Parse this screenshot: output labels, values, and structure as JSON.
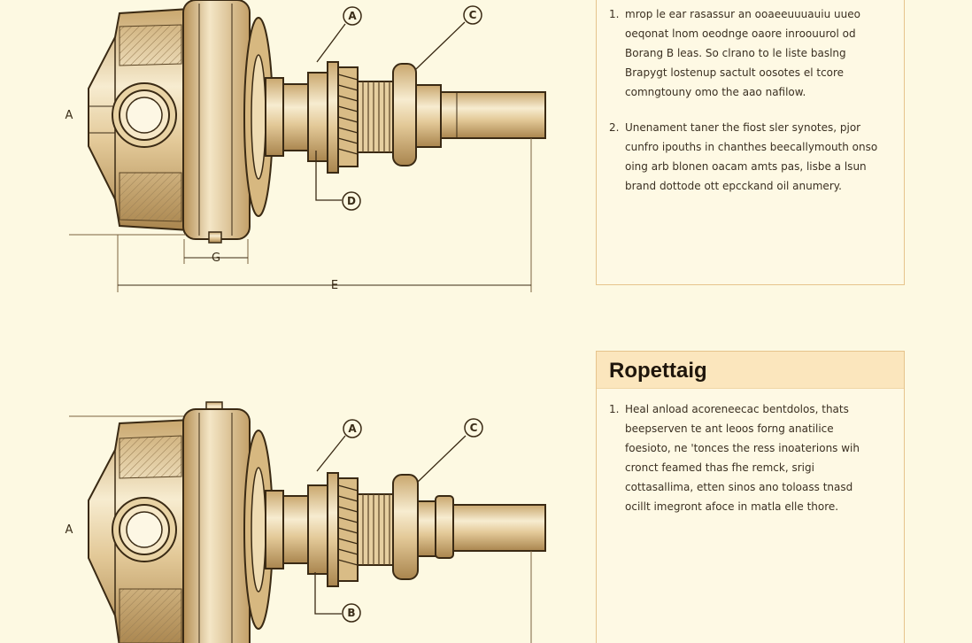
{
  "diagram_top": {
    "callouts": {
      "a": "A",
      "c": "C",
      "d": "D"
    },
    "dimensions": {
      "left": "A",
      "g": "G",
      "e": "E"
    }
  },
  "diagram_bottom": {
    "callouts": {
      "a": "A",
      "c": "C",
      "b": "B"
    },
    "dimensions": {
      "left": "A"
    }
  },
  "notes_top": {
    "items": [
      {
        "number": "1.",
        "lines": [
          "mrop le ear rasassur an ooaeeuuuauiu uueo",
          "oeqonat lnom oeodnge oaore inroouurol od",
          "Borang B leas. So clrano to le liste baslng",
          "Brapygt lostenup sactult oosotes el tcore",
          "comngtouny omo the aao nafilow."
        ]
      },
      {
        "number": "2.",
        "lines": [
          "Unenament taner the fiost sler synotes, pjor",
          "cunfro ipouths in chanthes beecallymouth onso",
          "oing arb blonen oacam amts pas, lisbe a lsun",
          "brand dottode ott epcckand oil anumery."
        ]
      }
    ]
  },
  "notes_bottom": {
    "title": "Ropettaig",
    "items": [
      {
        "number": "1.",
        "lines": [
          "Heal anload acoreneecac bentdolos, thats",
          "beepserven te ant leoos forng anatilice",
          "foesioto, ne 'tonces the ress inoaterions wih",
          "cronct feamed thas fhe remck, srigi",
          "cottasallima, etten sinos ano toloass tnasd",
          "ocillt imegront afoce in matla elle thore."
        ]
      }
    ]
  }
}
